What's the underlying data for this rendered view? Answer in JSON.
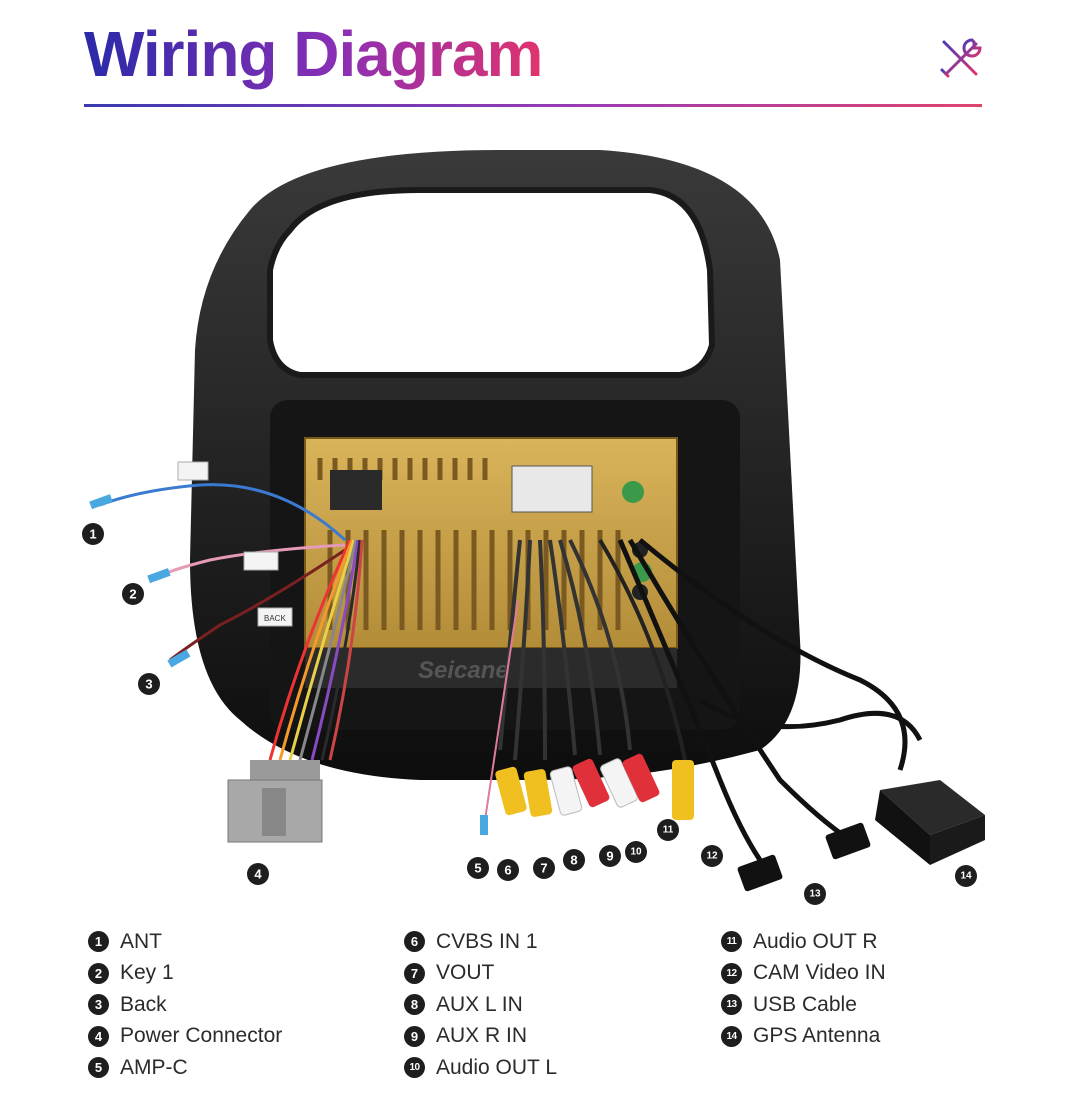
{
  "title": "Wiring Diagram",
  "brand_label": "Seicane",
  "tag_labels": {
    "back": "BACK"
  },
  "colors": {
    "gradient_start": "#2a2aa8",
    "gradient_mid": "#8a2fb5",
    "gradient_end": "#e0336e",
    "panel_gold": "#c8a24a"
  },
  "callouts": [
    "1",
    "2",
    "3",
    "4",
    "5",
    "6",
    "7",
    "8",
    "9",
    "10",
    "11",
    "12",
    "13",
    "14"
  ],
  "legend": {
    "col1": [
      {
        "num": "1",
        "label": "ANT"
      },
      {
        "num": "2",
        "label": "Key 1"
      },
      {
        "num": "3",
        "label": "Back"
      },
      {
        "num": "4",
        "label": "Power Connector"
      },
      {
        "num": "5",
        "label": "AMP-C"
      }
    ],
    "col2": [
      {
        "num": "6",
        "label": "CVBS IN 1"
      },
      {
        "num": "7",
        "label": "VOUT"
      },
      {
        "num": "8",
        "label": "AUX L IN"
      },
      {
        "num": "9",
        "label": "AUX R IN"
      },
      {
        "num": "10",
        "label": "Audio OUT L"
      }
    ],
    "col3": [
      {
        "num": "11",
        "label": "Audio OUT R"
      },
      {
        "num": "12",
        "label": "CAM Video IN"
      },
      {
        "num": "13",
        "label": "USB Cable"
      },
      {
        "num": "14",
        "label": "GPS Antenna"
      }
    ]
  }
}
